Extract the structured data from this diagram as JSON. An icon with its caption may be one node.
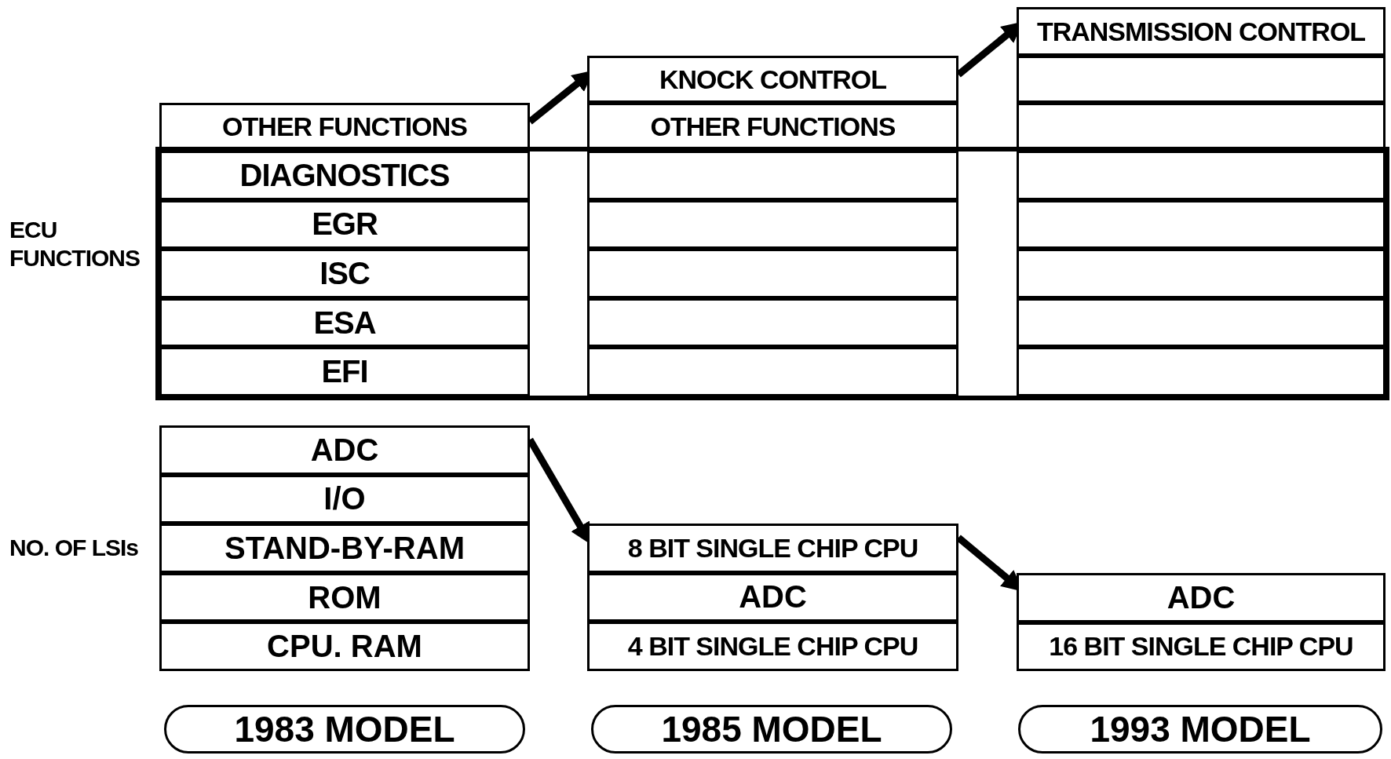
{
  "diagram": {
    "nodes": [
      {
        "text": [],
        "shape": "box"
      },
      {
        "text": [
          "OTHER FUNCTIONS"
        ]
      },
      {
        "text": [
          "DIAGNOSTICS"
        ],
        "in": 0
      },
      {
        "text": [
          "EGR"
        ],
        "in": 0
      },
      {
        "text": [
          "ISC"
        ],
        "in": 0
      },
      {
        "text": [
          "ESA"
        ],
        "in": 0
      },
      {
        "text": [
          "EFI"
        ],
        "in": 0
      },
      {
        "text": [
          "KNOCK CONTROL"
        ]
      },
      {
        "text": [
          "OTHER FUNCTIONS"
        ]
      },
      {
        "text": [],
        "shape": "box",
        "in": 0
      },
      {
        "text": [],
        "shape": "box",
        "in": 0
      },
      {
        "text": [],
        "shape": "box",
        "in": 0
      },
      {
        "text": [],
        "shape": "box",
        "in": 0
      },
      {
        "text": [],
        "shape": "box",
        "in": 0
      },
      {
        "text": [
          "TRANSMISSION CONTROL"
        ]
      },
      {
        "text": [],
        "shape": "box"
      },
      {
        "text": [],
        "shape": "box"
      },
      {
        "text": [],
        "shape": "box",
        "in": 0
      },
      {
        "text": [],
        "shape": "box",
        "in": 0
      },
      {
        "text": [],
        "shape": "box",
        "in": 0
      },
      {
        "text": [],
        "shape": "box",
        "in": 0
      },
      {
        "text": [],
        "shape": "box",
        "in": 0
      },
      {
        "text": [
          "ADC"
        ]
      },
      {
        "text": [
          "I/O"
        ]
      },
      {
        "text": [
          "STAND-BY-RAM"
        ]
      },
      {
        "text": [
          "ROM"
        ]
      },
      {
        "text": [
          "CPU. RAM"
        ]
      },
      {
        "text": [
          "8 BIT SINGLE CHIP CPU"
        ]
      },
      {
        "text": [
          "ADC"
        ]
      },
      {
        "text": [
          "4 BIT SINGLE CHIP CPU"
        ]
      },
      {
        "text": [
          "ADC"
        ]
      },
      {
        "text": [
          "16 BIT SINGLE CHIP CPU"
        ]
      },
      {
        "text": [
          "1983 MODEL"
        ]
      },
      {
        "text": [
          "1985 MODEL"
        ]
      },
      {
        "text": [
          "1993 MODEL"
        ]
      }
    ],
    "edges": [
      {
        "from": 1,
        "to": 7,
        "arrow": "to"
      },
      {
        "from": 7,
        "to": 14,
        "arrow": "to"
      },
      {
        "from": 22,
        "to": 27,
        "arrow": "to"
      },
      {
        "from": 27,
        "to": 30,
        "arrow": "to"
      }
    ],
    "labels": [
      "ECU FUNCTIONS",
      "NO. OF LSIs"
    ]
  }
}
